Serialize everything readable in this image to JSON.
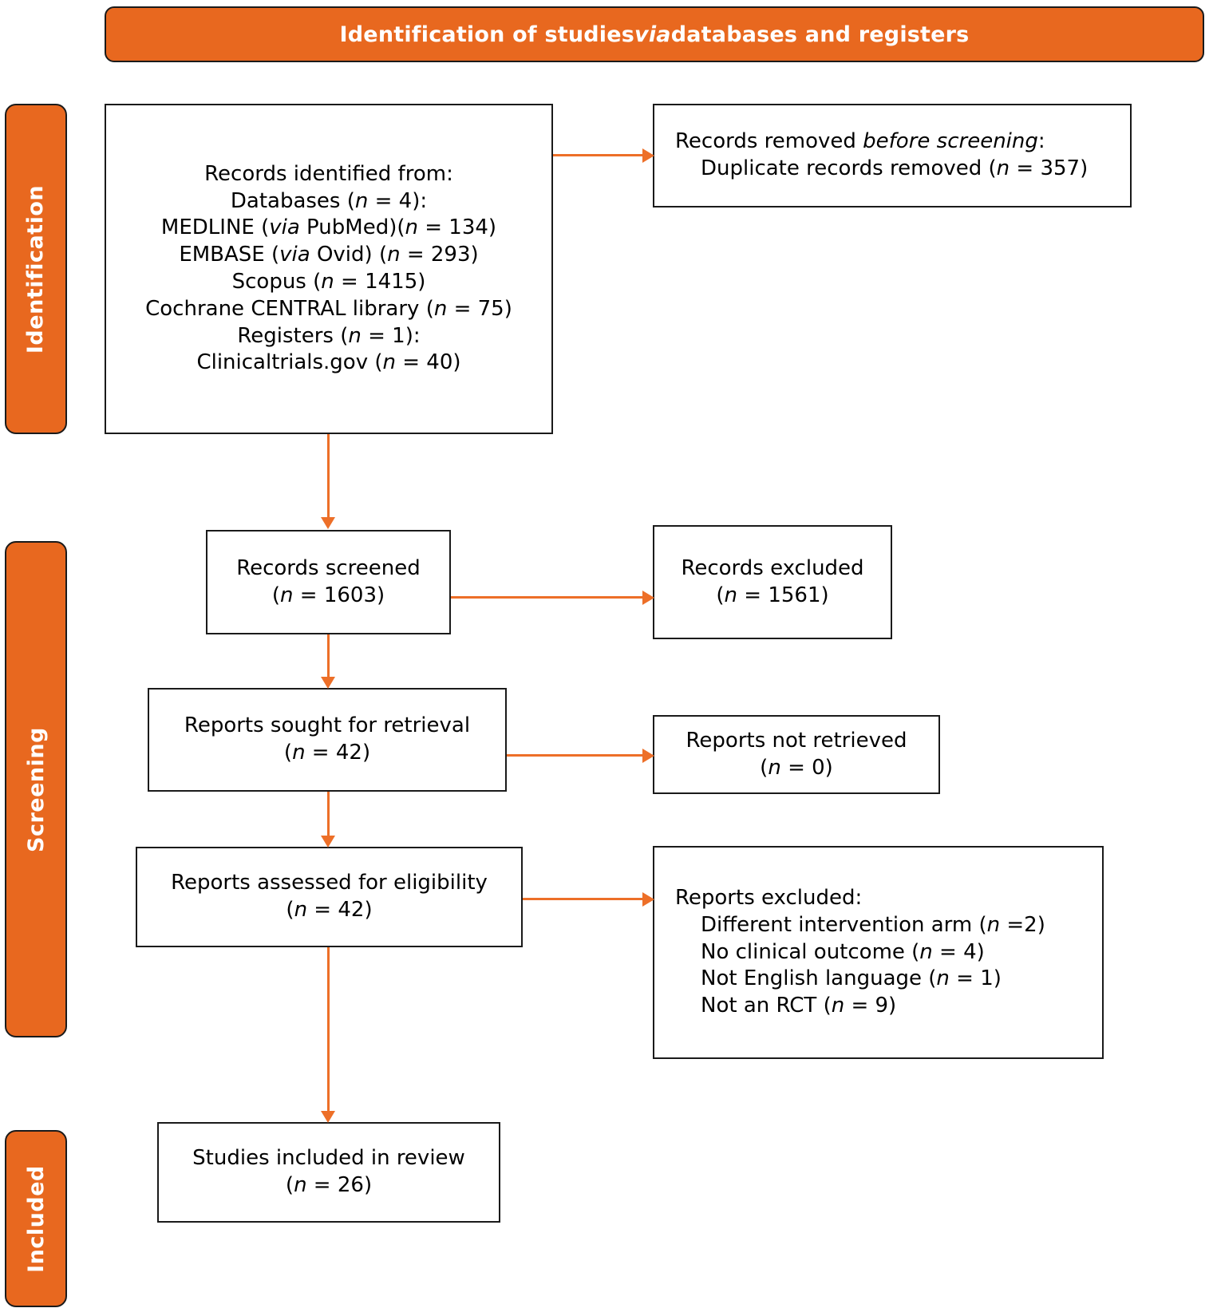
{
  "banner": {
    "text_before": "Identification of studies ",
    "text_italic": "via",
    "text_after": " databases and registers"
  },
  "stages": [
    {
      "key": "identification",
      "label": "Identification"
    },
    {
      "key": "screening",
      "label": "Screening"
    },
    {
      "key": "included",
      "label": "Included"
    }
  ],
  "boxes": {
    "identified": {
      "name": "records-identified-box",
      "lines": [
        "Records identified from:",
        "Databases (n = 4):",
        "MEDLINE (via PubMed)(n = 134)",
        "EMBASE (via Ovid) (n = 293)",
        "Scopus (n = 1415)",
        "Cochrane CENTRAL library (n = 75)",
        "Registers (n = 1):",
        "Clinicaltrials.gov (n = 40)"
      ]
    },
    "removed": {
      "name": "records-removed-box",
      "title": "Records removed before screening:",
      "title_plain_before": "Records removed ",
      "title_italic": "before screening",
      "title_plain_after": ":",
      "items": [
        "Duplicate records removed (n = 357)"
      ]
    },
    "screened": {
      "name": "records-screened-box",
      "label": "Records screened",
      "count": "(n = 1603)"
    },
    "excluded": {
      "name": "records-excluded-box",
      "label": "Records excluded",
      "count": "(n = 1561)"
    },
    "sought": {
      "name": "reports-sought-box",
      "label": "Reports sought for retrieval",
      "count": "(n = 42)"
    },
    "not_retrieved": {
      "name": "reports-not-retrieved-box",
      "label": "Reports not retrieved",
      "count": "(n = 0)"
    },
    "assessed": {
      "name": "reports-assessed-box",
      "label": "Reports assessed for eligibility",
      "count": "(n = 42)"
    },
    "reports_excluded": {
      "name": "reports-excluded-box",
      "title": "Reports excluded:",
      "items": [
        "Different intervention arm (n =2)",
        "No clinical outcome (n = 4)",
        "Not English language (n = 1)",
        "Not an RCT (n = 9)"
      ]
    },
    "included": {
      "name": "studies-included-box",
      "label": "Studies included in review",
      "count": "(n = 26)"
    }
  },
  "colors": {
    "stage_orange": "#E8681F",
    "arrow_orange": "#ED6F28",
    "box_border": "#1a1a1a",
    "banner_text": "#ffffff",
    "body_text": "#000000"
  },
  "numbers": {
    "databases": 4,
    "medline_pubmed": 134,
    "embase_ovid": 293,
    "scopus": 1415,
    "cochrane_central": 75,
    "registers": 1,
    "clinicaltrials_gov": 40,
    "duplicates_removed": 357,
    "records_screened": 1603,
    "records_excluded": 1561,
    "reports_sought": 42,
    "reports_not_retrieved": 0,
    "reports_assessed": 42,
    "excluded_different_arm": 2,
    "excluded_no_outcome": 4,
    "excluded_not_english": 1,
    "excluded_not_rct": 9,
    "studies_included": 26
  }
}
